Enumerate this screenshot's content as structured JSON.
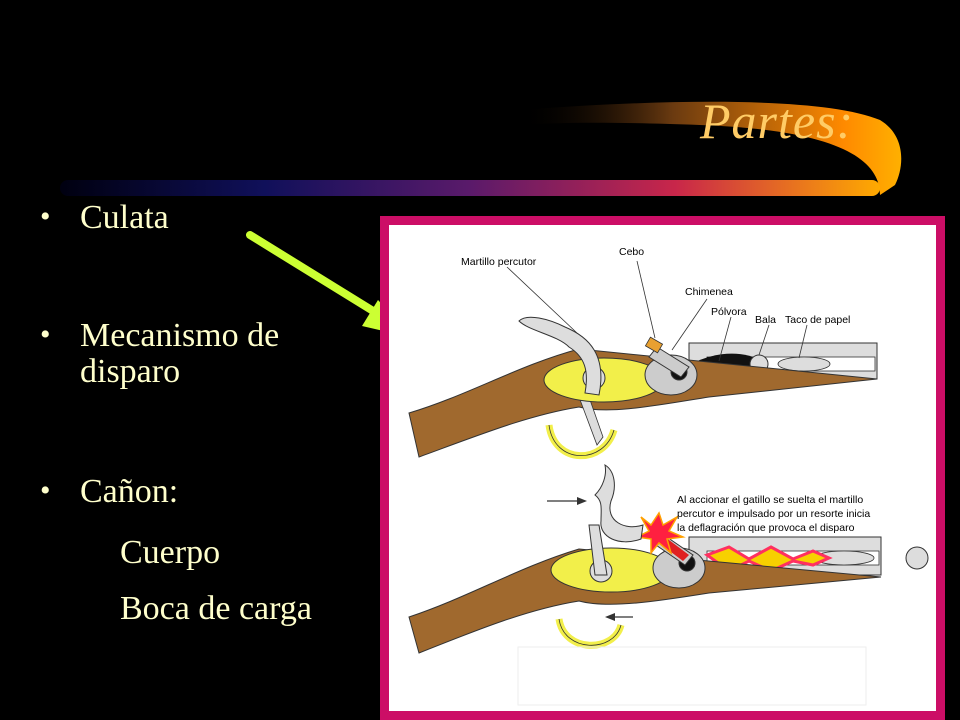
{
  "slide": {
    "title": "Partes:",
    "bullets": [
      {
        "marker": "•",
        "lines": [
          "Culata"
        ]
      },
      {
        "marker": "•",
        "lines": [
          "Mecanismo de",
          "disparo"
        ]
      },
      {
        "marker": "•",
        "lines": [
          "Cañon:"
        ]
      }
    ],
    "sub_items": [
      "Cuerpo",
      "Boca de carga"
    ]
  },
  "diagram": {
    "labels": {
      "hammer": "Martillo percutor",
      "cap": "Cebo",
      "nipple": "Chimenea",
      "powder": "Pólvora",
      "bullet": "Bala",
      "wad": "Taco de papel"
    },
    "caption_lines": [
      "Al accionar el gatillo se suelta el martillo",
      "percutor e impulsado por un resorte inicia",
      "la deflagración que provoca el disparo"
    ]
  },
  "colors": {
    "title": "#ffcc66",
    "text": "#ffffcc",
    "frame": "#cc0e66",
    "arrow": "#ccff33",
    "stock": "#a0692e",
    "lockplate": "#f2ef4a",
    "metal": "#cccccc"
  }
}
